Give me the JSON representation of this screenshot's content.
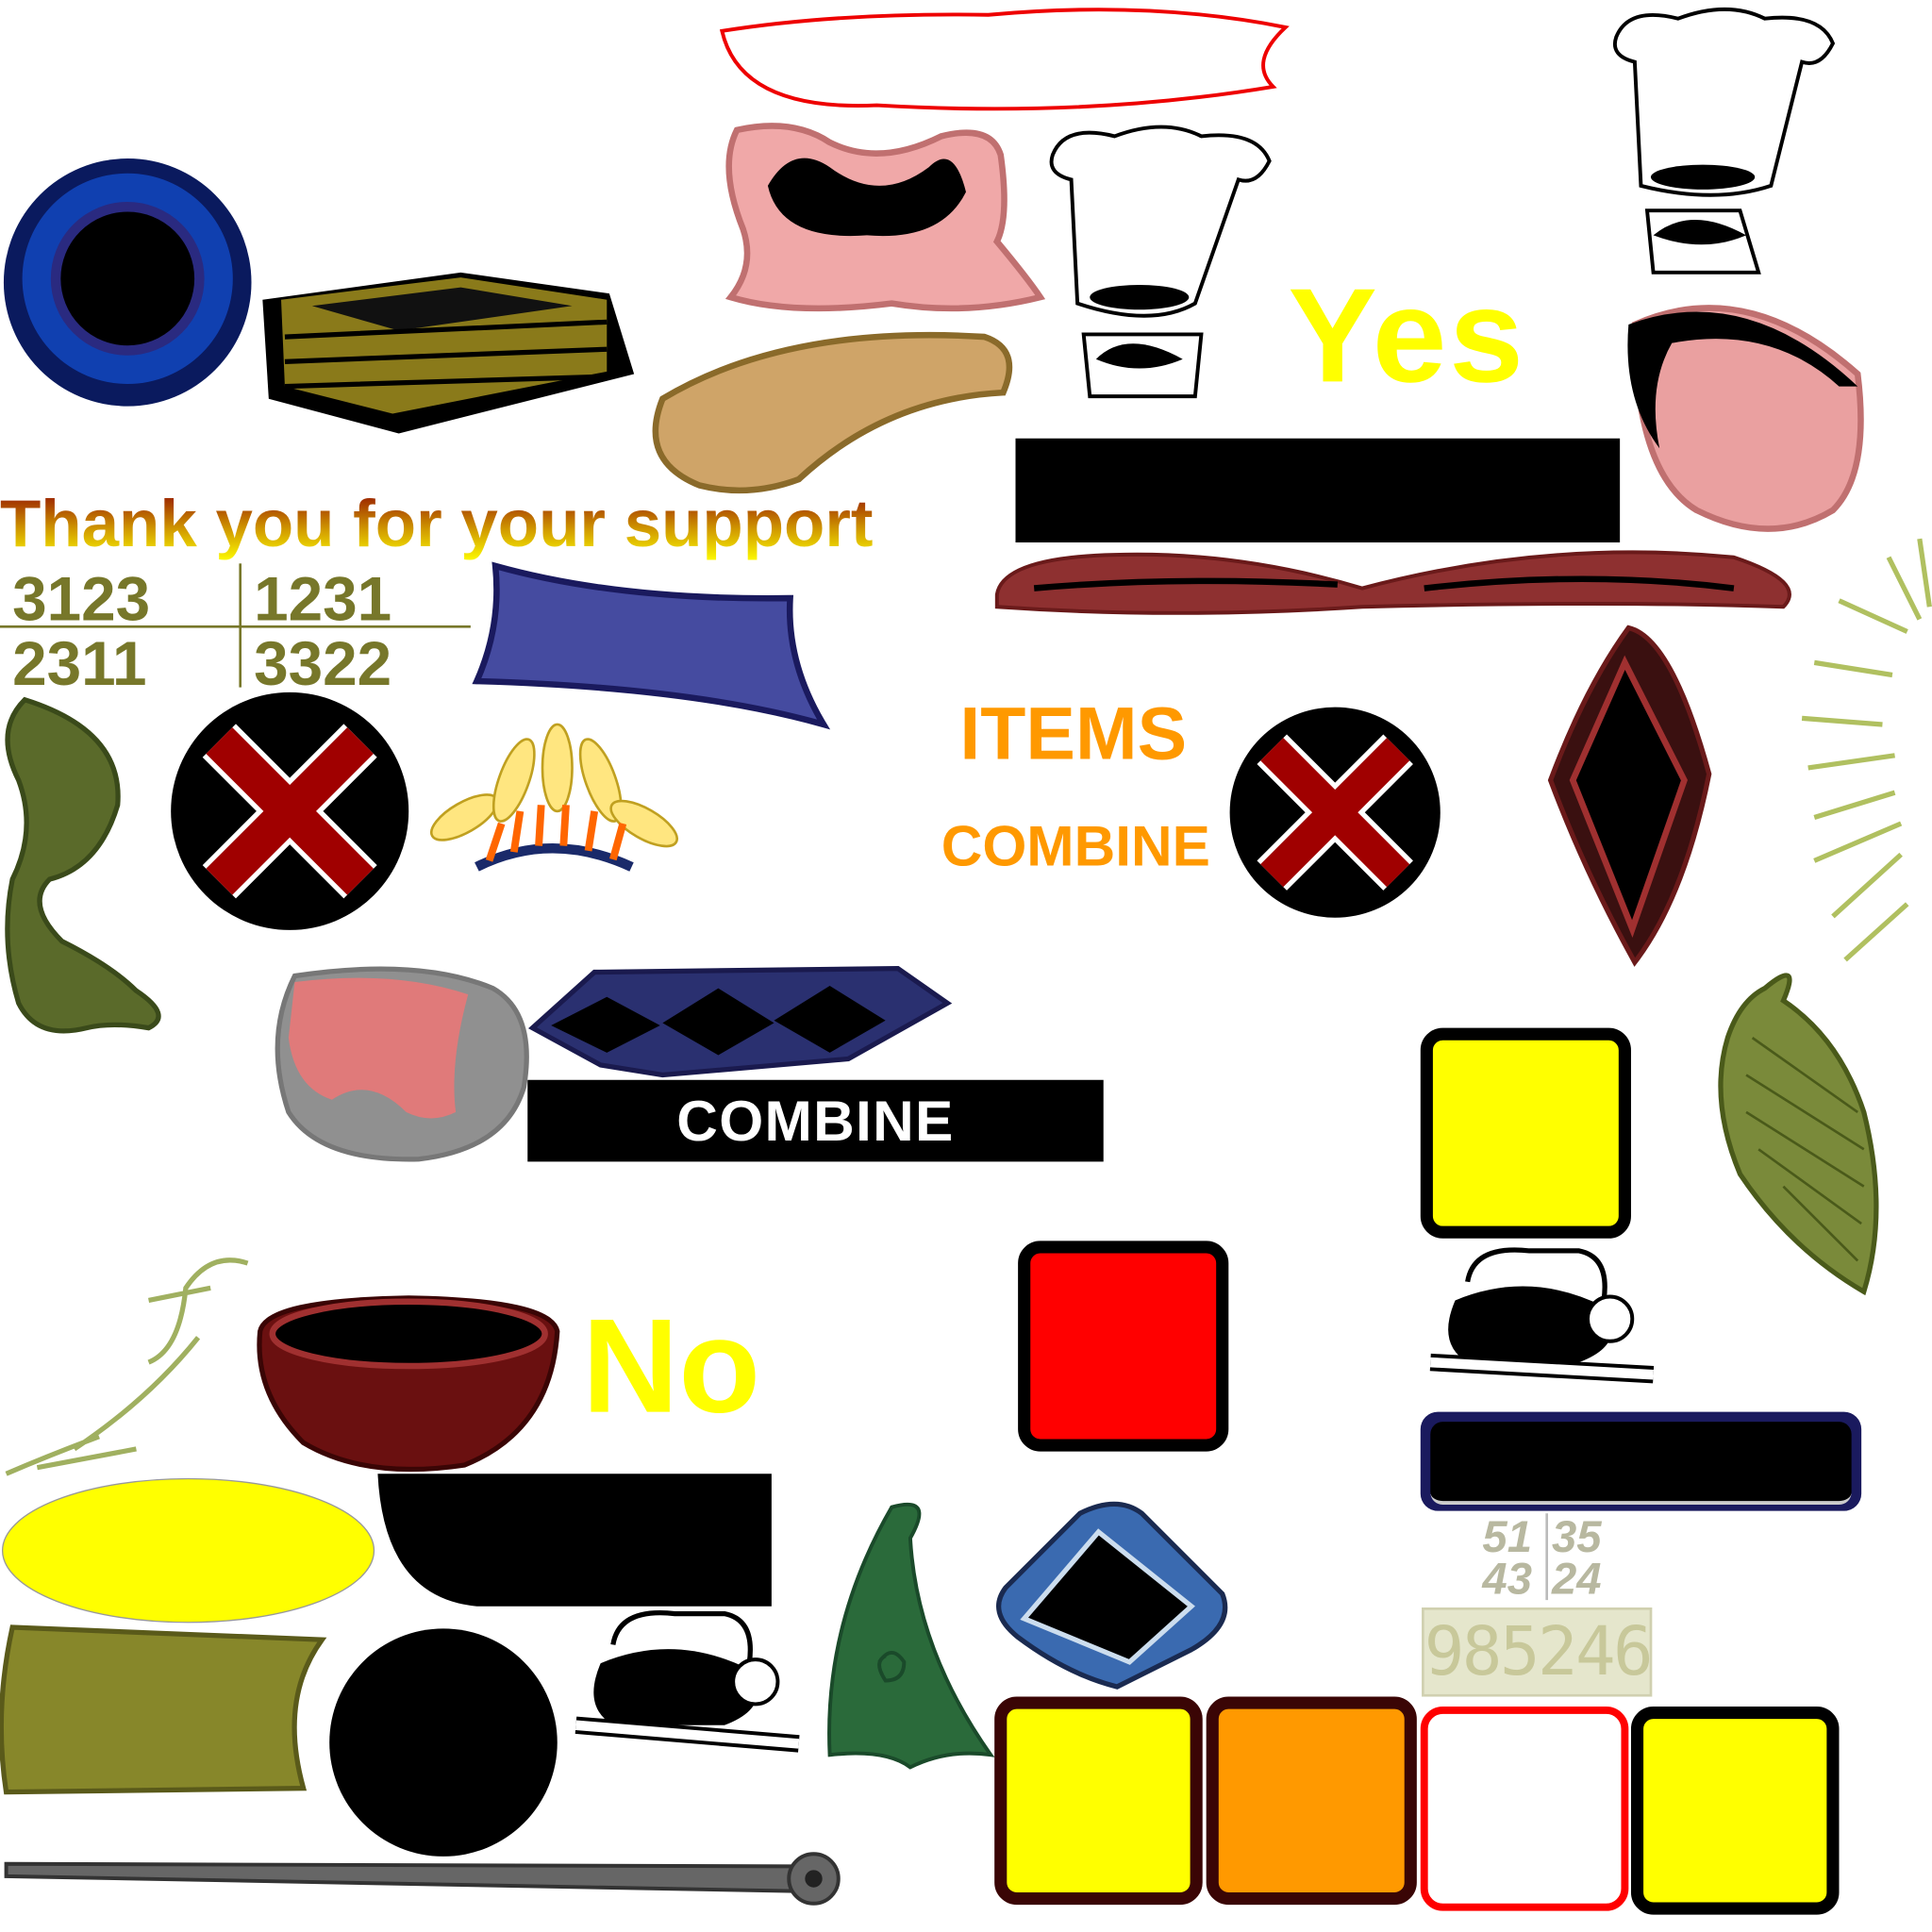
{
  "labels": {
    "yes": "Yes",
    "no": "No",
    "thanks": "Thank you for your support",
    "items": "ITEMS",
    "combine_title": "COMBINE",
    "combine_button": "COMBINE"
  },
  "number_grid": [
    "3123",
    "1231",
    "2311",
    "3322"
  ],
  "small_digits": [
    "51",
    "35",
    "43",
    "24"
  ],
  "lcd_display": "985246",
  "colors": {
    "yellow": "#ffff00",
    "orange": "#ff9900",
    "red": "#ff0000",
    "olive": "#77772a",
    "navy": "#1a1a5e"
  }
}
